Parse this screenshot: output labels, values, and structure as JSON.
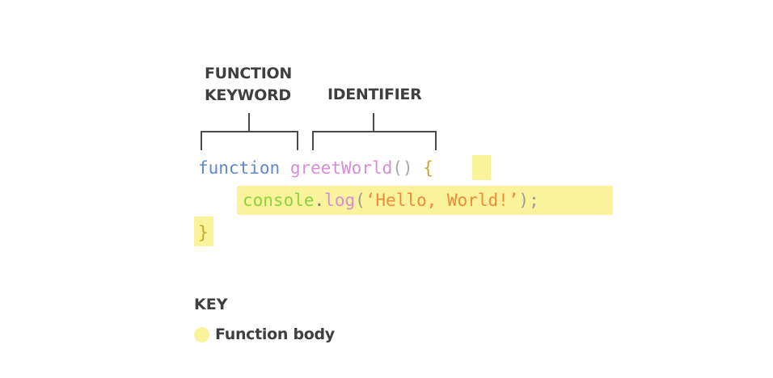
{
  "labels": {
    "function_keyword_line1": "FUNCTION",
    "function_keyword_line2": "KEYWORD",
    "identifier": "IDENTIFIER"
  },
  "code": {
    "line1": {
      "keyword": "function",
      "identifier": "greetWorld",
      "parens": "()",
      "open_brace": "{"
    },
    "line2": {
      "object": "console",
      "dot": ".",
      "method": "log",
      "open_paren": "(",
      "string": "‘Hello, World!’",
      "close": ");"
    },
    "line3": {
      "close_brace": "}"
    }
  },
  "key": {
    "title": "KEY",
    "items": [
      {
        "label": "Function body",
        "color": "#fbf29c"
      }
    ]
  },
  "colors": {
    "keyword": "#5f88cf",
    "identifier": "#d48fd6",
    "string": "#ef8b3c",
    "object": "#8cd33e",
    "highlight": "#fbf29c",
    "label_text": "#3f3f3f"
  }
}
